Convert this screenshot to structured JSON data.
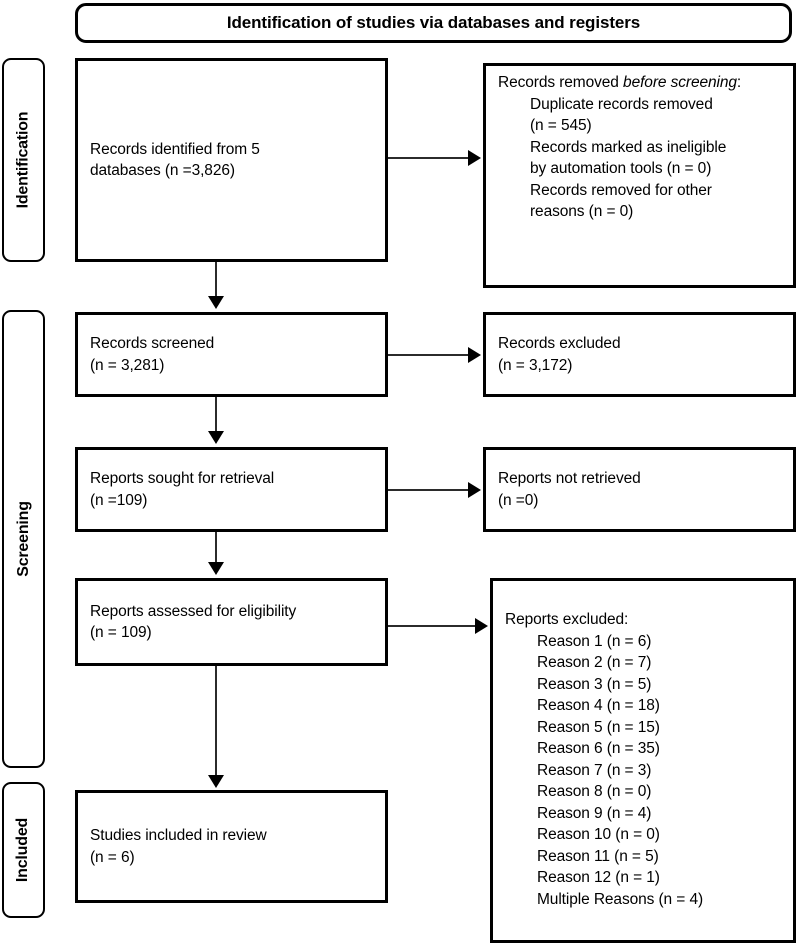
{
  "banner": {
    "title": "Identification of studies via databases and registers"
  },
  "phases": [
    {
      "id": "identification",
      "label": "Identification"
    },
    {
      "id": "screening",
      "label": "Screening"
    },
    {
      "id": "included",
      "label": "Included"
    }
  ],
  "boxes": {
    "identified": {
      "lines": [
        "Records identified from 5",
        "databases (n =3,826)"
      ]
    },
    "removed": {
      "heading_prefix": "Records removed ",
      "heading_italic": "before screening",
      "heading_suffix": ":",
      "items": [
        "Duplicate records removed",
        "(n = 545)",
        "Records marked as ineligible",
        "by automation tools (n = 0)",
        "Records removed for other",
        "reasons (n = 0)"
      ]
    },
    "screened": {
      "lines": [
        "Records screened",
        "(n = 3,281)"
      ]
    },
    "excluded": {
      "lines": [
        "Records excluded",
        "(n = 3,172)"
      ]
    },
    "sought": {
      "lines": [
        "Reports sought for retrieval",
        "(n =109)"
      ]
    },
    "not_retrieved": {
      "lines": [
        "Reports not retrieved",
        "(n =0)"
      ]
    },
    "assessed": {
      "lines": [
        "Reports assessed for eligibility",
        "(n = 109)"
      ]
    },
    "reports_excluded": {
      "heading": "Reports excluded:",
      "reasons": [
        "Reason 1 (n = 6)",
        "Reason 2 (n = 7)",
        "Reason 3 (n = 5)",
        "Reason 4 (n = 18)",
        "Reason 5 (n = 15)",
        "Reason 6 (n = 35)",
        "Reason 7 (n = 3)",
        "Reason 8 (n = 0)",
        "Reason 9 (n = 4)",
        "Reason 10 (n = 0)",
        "Reason 11 (n = 5)",
        "Reason 12 (n = 1)",
        "Multiple Reasons (n = 4)"
      ]
    },
    "included": {
      "lines": [
        "Studies included in review",
        "(n = 6)"
      ]
    }
  },
  "chart_data": {
    "type": "flowchart",
    "title": "Identification of studies via databases and registers",
    "phases": [
      "Identification",
      "Screening",
      "Included"
    ],
    "nodes": [
      {
        "id": "identified",
        "phase": "Identification",
        "label": "Records identified from 5 databases",
        "n": 3826
      },
      {
        "id": "removed_before_screening",
        "phase": "Identification",
        "label": "Records removed before screening",
        "children": [
          {
            "label": "Duplicate records removed",
            "n": 545
          },
          {
            "label": "Records marked as ineligible by automation tools",
            "n": 0
          },
          {
            "label": "Records removed for other reasons",
            "n": 0
          }
        ]
      },
      {
        "id": "screened",
        "phase": "Screening",
        "label": "Records screened",
        "n": 3281
      },
      {
        "id": "records_excluded",
        "phase": "Screening",
        "label": "Records excluded",
        "n": 3172
      },
      {
        "id": "sought",
        "phase": "Screening",
        "label": "Reports sought for retrieval",
        "n": 109
      },
      {
        "id": "not_retrieved",
        "phase": "Screening",
        "label": "Reports not retrieved",
        "n": 0
      },
      {
        "id": "assessed",
        "phase": "Screening",
        "label": "Reports assessed for eligibility",
        "n": 109
      },
      {
        "id": "reports_excluded",
        "phase": "Screening",
        "label": "Reports excluded",
        "children": [
          {
            "label": "Reason 1",
            "n": 6
          },
          {
            "label": "Reason 2",
            "n": 7
          },
          {
            "label": "Reason 3",
            "n": 5
          },
          {
            "label": "Reason 4",
            "n": 18
          },
          {
            "label": "Reason 5",
            "n": 15
          },
          {
            "label": "Reason 6",
            "n": 35
          },
          {
            "label": "Reason 7",
            "n": 3
          },
          {
            "label": "Reason 8",
            "n": 0
          },
          {
            "label": "Reason 9",
            "n": 4
          },
          {
            "label": "Reason 10",
            "n": 0
          },
          {
            "label": "Reason 11",
            "n": 5
          },
          {
            "label": "Reason 12",
            "n": 1
          },
          {
            "label": "Multiple Reasons",
            "n": 4
          }
        ]
      },
      {
        "id": "included",
        "phase": "Included",
        "label": "Studies included in review",
        "n": 6
      }
    ],
    "edges": [
      {
        "from": "identified",
        "to": "removed_before_screening",
        "direction": "right"
      },
      {
        "from": "identified",
        "to": "screened",
        "direction": "down"
      },
      {
        "from": "screened",
        "to": "records_excluded",
        "direction": "right"
      },
      {
        "from": "screened",
        "to": "sought",
        "direction": "down"
      },
      {
        "from": "sought",
        "to": "not_retrieved",
        "direction": "right"
      },
      {
        "from": "sought",
        "to": "assessed",
        "direction": "down"
      },
      {
        "from": "assessed",
        "to": "reports_excluded",
        "direction": "right"
      },
      {
        "from": "assessed",
        "to": "included",
        "direction": "down"
      }
    ]
  }
}
